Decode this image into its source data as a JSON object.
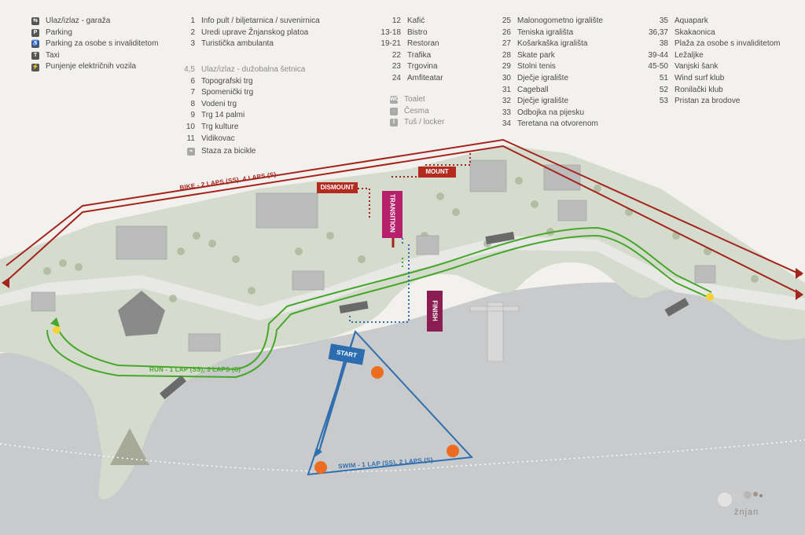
{
  "legend_col1": [
    {
      "icon": "garage-icon",
      "label": "Ulaz/izlaz - garaža"
    },
    {
      "icon": "parking-icon",
      "label": "Parking"
    },
    {
      "icon": "disabled-parking-icon",
      "label": "Parking za osobe s invaliditetom"
    },
    {
      "icon": "taxi-icon",
      "label": "Taxi"
    },
    {
      "icon": "ev-charging-icon",
      "label": "Punjenje električnih vozila"
    }
  ],
  "legend_col2a": [
    {
      "num": "1",
      "label": "Info pult / biljetarnica / suvenirnica"
    },
    {
      "num": "2",
      "label": "Uredi uprave Žnjanskog platoa"
    },
    {
      "num": "3",
      "label": "Turistička ambulanta"
    }
  ],
  "legend_col2b": [
    {
      "num": "4,5",
      "label": "Ulaz/izlaz - dužobalna šetnica",
      "muted": true
    },
    {
      "num": "6",
      "label": "Topografski trg"
    },
    {
      "num": "7",
      "label": "Spomenički trg"
    },
    {
      "num": "8",
      "label": "Vodeni trg"
    },
    {
      "num": "9",
      "label": "Trg 14 palmi"
    },
    {
      "num": "10",
      "label": "Trg kulture"
    },
    {
      "num": "11",
      "label": "Vidikovac"
    },
    {
      "num": "",
      "label": "Staza za bicikle",
      "icon": "bike-path-icon"
    }
  ],
  "legend_col3a": [
    {
      "num": "12",
      "label": "Kafić"
    },
    {
      "num": "13-18",
      "label": "Bistro"
    },
    {
      "num": "19-21",
      "label": "Restoran"
    },
    {
      "num": "22",
      "label": "Trafika"
    },
    {
      "num": "23",
      "label": "Trgovina"
    },
    {
      "num": "24",
      "label": "Amfiteatar"
    }
  ],
  "legend_col3b": [
    {
      "icon": "toilet-icon",
      "label": "Toalet"
    },
    {
      "icon": "fountain-icon",
      "label": "Česma"
    },
    {
      "icon": "shower-icon",
      "label": "Tuš / locker"
    }
  ],
  "legend_col4": [
    {
      "num": "25",
      "label": "Malonogometno igralište"
    },
    {
      "num": "26",
      "label": "Teniska igrališta"
    },
    {
      "num": "27",
      "label": "Košarkaška igrališta"
    },
    {
      "num": "28",
      "label": "Skate park"
    },
    {
      "num": "29",
      "label": "Stolni tenis"
    },
    {
      "num": "30",
      "label": "Dječje igralište"
    },
    {
      "num": "31",
      "label": "Cageball"
    },
    {
      "num": "32",
      "label": "Dječje igralište"
    },
    {
      "num": "33",
      "label": "Odbojka na pijesku"
    },
    {
      "num": "34",
      "label": "Teretana na otvorenom"
    }
  ],
  "legend_col5": [
    {
      "num": "35",
      "label": "Aquapark"
    },
    {
      "num": "36,37",
      "label": "Skakaonica"
    },
    {
      "num": "38",
      "label": "Plaža za osobe s invaliditetom"
    },
    {
      "num": "39-44",
      "label": "Ležaljke"
    },
    {
      "num": "45-50",
      "label": "Vanjski šank"
    },
    {
      "num": "51",
      "label": "Wind surf klub"
    },
    {
      "num": "52",
      "label": "Ronilački klub"
    },
    {
      "num": "53",
      "label": "Pristan za brodove"
    }
  ],
  "route": {
    "bike_label": "BIKE - 2 LAPS (SS), 4 LAPS (S)",
    "run_label": "RUN - 1 LAP (SS), 3 LAPS (S)",
    "swim_label": "SWIM - 1 LAP (SS), 2 LAPS (S)",
    "dismount": "DISMOUNT",
    "mount": "MOUNT",
    "transition": "TRANSITION",
    "finish": "FINISH",
    "start": "START"
  },
  "colors": {
    "bike": "#a3251d",
    "run": "#46a82a",
    "swim": "#2f6fb0",
    "transition": "#b51f6b",
    "finish": "#8a1e52",
    "mount": "#b42a1e",
    "start": "#2c6cb0",
    "buoy": "#ec6d1f",
    "land": "#d6dccd",
    "sea": "#c9cacb"
  },
  "logo_text": "žnjan"
}
